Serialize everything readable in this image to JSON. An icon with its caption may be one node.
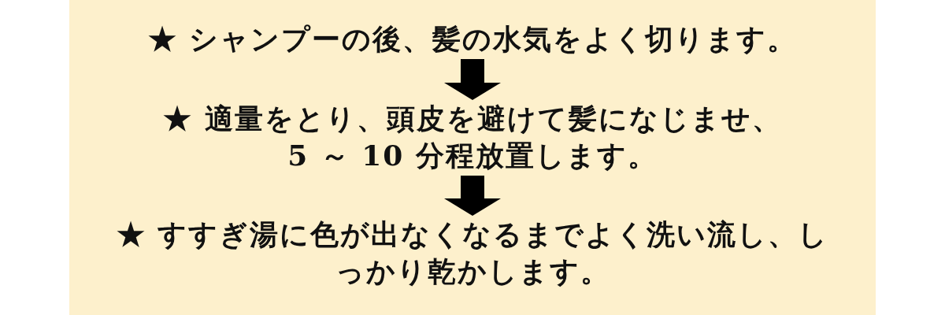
{
  "diagram": {
    "nodes": [
      {
        "text": [
          "★ シャンプーの後、髪の水気をよく切ります。"
        ]
      },
      {
        "text": [
          "★ 適量をとり、頭皮を避けて髪になじませ、5 ～ 10 分程放置します。"
        ]
      },
      {
        "text": [
          "★ すすぎ湯に色が出なくなるまでよく洗い流し、しっかり乾かします。"
        ]
      }
    ],
    "edges": [
      {
        "from": 0,
        "to": 1,
        "arrow": "to"
      },
      {
        "from": 1,
        "to": 2,
        "arrow": "to"
      }
    ]
  }
}
